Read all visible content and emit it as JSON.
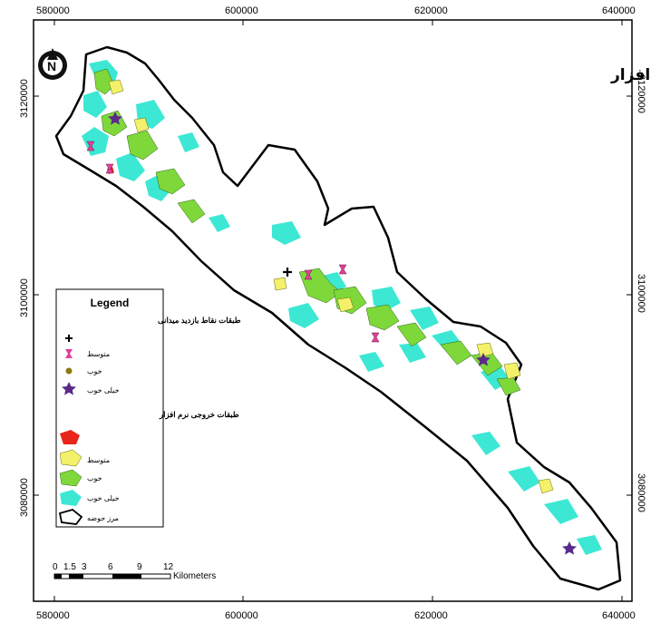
{
  "map": {
    "title": "مقایسه نقاط بازدید میدانی با خروجی نرم افزار",
    "north_arrow_letter": "N",
    "x_ticks": [
      "580000",
      "600000",
      "620000",
      "640000"
    ],
    "y_ticks": [
      "3120000",
      "3100000",
      "3080000"
    ],
    "legend": {
      "title": "Legend",
      "group1_title": "طبقات نقاط بازدید میدانی",
      "group1_items": [
        "متوسط",
        "خوب",
        "خیلی خوب"
      ],
      "group2_title": "طبقات خروجی نرم افزار",
      "group2_items": [
        "متوسط",
        "خوب",
        "خیلی خوب",
        "مرز حوضه"
      ]
    },
    "scale_bar": {
      "labels": [
        "0",
        "1.5",
        "3",
        "6",
        "9",
        "12"
      ],
      "unit": "Kilometers"
    },
    "colors": {
      "low": "#e8241c",
      "medium": "#f3f06a",
      "good": "#7fd83a",
      "very_good": "#3ce8d4",
      "boundary": "#000000",
      "marker_medium": "#e0409a",
      "marker_good": "#8a7a10",
      "marker_very_good": "#5a2a8a"
    }
  }
}
